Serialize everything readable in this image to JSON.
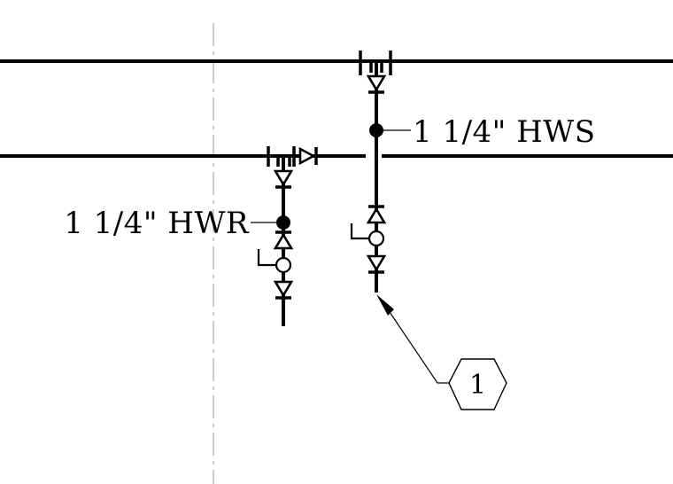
{
  "labels": {
    "supply": "1 1/4\" HWS",
    "return": "1 1/4\" HWR"
  },
  "keynote": {
    "number": "1"
  },
  "colors": {
    "line": "#000000",
    "background": "#ffffff",
    "reference_line": "#9a9a9a"
  }
}
